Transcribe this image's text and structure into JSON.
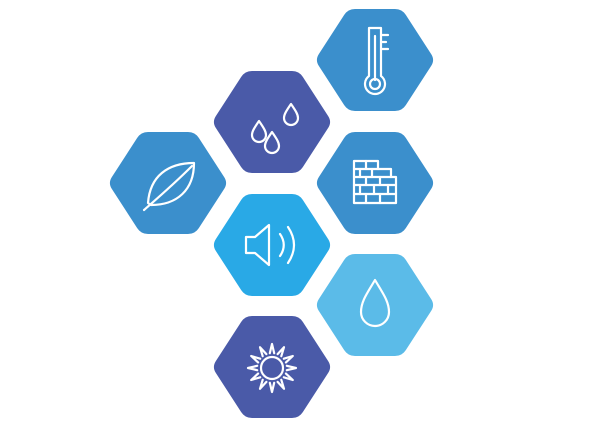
{
  "tiles": [
    {
      "id": "thermometer",
      "icon": "thermometer-icon",
      "color": "#3b8fcc"
    },
    {
      "id": "raindrops",
      "icon": "raindrops-icon",
      "color": "#4a5aa8"
    },
    {
      "id": "leaf",
      "icon": "leaf-icon",
      "color": "#3b8fcc"
    },
    {
      "id": "brick-wall",
      "icon": "brick-wall-icon",
      "color": "#3b8fcc"
    },
    {
      "id": "speaker",
      "icon": "speaker-sound-icon",
      "color": "#29a9e6"
    },
    {
      "id": "water-drop",
      "icon": "water-drop-icon",
      "color": "#5bbbe8"
    },
    {
      "id": "sun",
      "icon": "sun-icon",
      "color": "#4a5aa8"
    }
  ]
}
